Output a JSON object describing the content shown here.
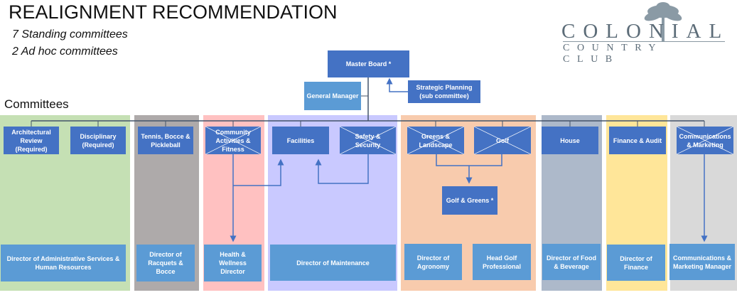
{
  "header": {
    "title": "REALIGNMENT RECOMMENDATION",
    "subtitles": [
      "7 Standing committees",
      "2 Ad hoc committees"
    ],
    "section_label": "Committees"
  },
  "logo": {
    "line1": "COLONIAL",
    "line2": "COUNTRY CLUB",
    "icon": "palm-tree-icon"
  },
  "top": {
    "master_board": "Master Board *",
    "general_manager": "General Manager",
    "strategic_planning": "Strategic Planning (sub committee)"
  },
  "colors": {
    "dark_box": "#4472c4",
    "light_box": "#5b9bd5",
    "connector": "#4472c4",
    "master_line": "#44546a"
  },
  "columns": [
    {
      "color": "#c5e0b4",
      "committees": [
        {
          "label": "Architectural Review (Required)",
          "crossed": false
        },
        {
          "label": "Disciplinary (Required)",
          "crossed": false
        }
      ],
      "directors": [
        "Director of Administrative Services & Human Resources"
      ]
    },
    {
      "color": "#aeaaaa",
      "committees": [
        {
          "label": "Tennis, Bocce & Pickleball",
          "crossed": false
        }
      ],
      "directors": [
        "Director of Racquets & Bocce"
      ]
    },
    {
      "color": "#ffc1c1",
      "committees": [
        {
          "label": "Community Activities & Fitness",
          "crossed": true
        }
      ],
      "directors": [
        "Health & Wellness Director"
      ]
    },
    {
      "color": "#c9c9ff",
      "committees": [
        {
          "label": "Facilities",
          "crossed": false
        },
        {
          "label": "Safety & Security",
          "crossed": true
        }
      ],
      "directors": [
        "Director of Maintenance"
      ]
    },
    {
      "color": "#f8cbad",
      "committees": [
        {
          "label": "Greens & Landscape",
          "crossed": true
        },
        {
          "label": "Golf",
          "crossed": true
        }
      ],
      "merged": "Golf & Greens *",
      "directors": [
        "Director of Agronomy",
        "Head Golf Professional"
      ]
    },
    {
      "color": "#adb9ca",
      "committees": [
        {
          "label": "House",
          "crossed": false
        }
      ],
      "directors": [
        "Director of Food & Beverage"
      ]
    },
    {
      "color": "#ffe699",
      "committees": [
        {
          "label": "Finance & Audit",
          "crossed": false
        }
      ],
      "directors": [
        "Director of Finance"
      ]
    },
    {
      "color": "#d9d9d9",
      "committees": [
        {
          "label": "Communications & Marketing",
          "crossed": true
        }
      ],
      "directors": [
        "Communications & Marketing Manager"
      ]
    }
  ]
}
